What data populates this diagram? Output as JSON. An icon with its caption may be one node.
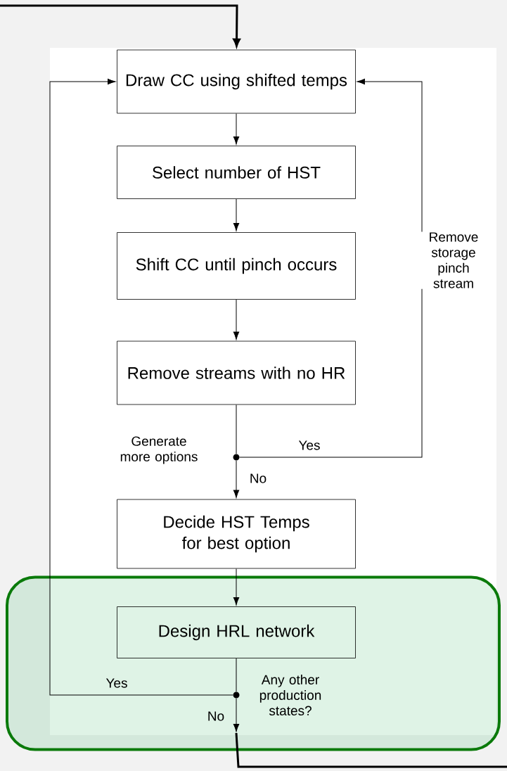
{
  "diagram": {
    "nodes": [
      {
        "text": [
          "Draw CC using shifted temps"
        ]
      },
      {
        "text": [
          "Select number of HST"
        ]
      },
      {
        "text": [
          "Shift CC until pinch occurs"
        ]
      },
      {
        "text": [
          "Remove streams with no HR"
        ]
      },
      {
        "text": [],
        "shape": "circle",
        "beside": [
          "Generate more options"
        ]
      },
      {
        "text": [
          "Decide HST Temps for best option"
        ]
      },
      {
        "text": [],
        "shape": "box"
      },
      {
        "text": [
          "Design HRL network"
        ],
        "in": 6
      },
      {
        "text": [],
        "shape": "circle",
        "beside": [
          "Any other production states?"
        ],
        "in": 6
      }
    ],
    "edges": [
      {
        "from": null,
        "to": 0,
        "arrow": "to",
        "style": "thick"
      },
      {
        "from": 0,
        "to": 1,
        "arrow": "to"
      },
      {
        "from": 1,
        "to": 2,
        "arrow": "to"
      },
      {
        "from": 2,
        "to": 3,
        "arrow": "to"
      },
      {
        "from": 3,
        "to": 4,
        "arrow": "none"
      },
      {
        "from": 4,
        "to": 0,
        "arrow": "to",
        "label": "Yes"
      },
      {
        "from": 4,
        "to": 5,
        "arrow": "to",
        "label": "No"
      },
      {
        "from": 5,
        "to": 7,
        "arrow": "to"
      },
      {
        "from": 7,
        "to": 8,
        "arrow": "none"
      },
      {
        "from": 8,
        "to": 0,
        "arrow": "to",
        "label": "Yes"
      },
      {
        "from": 8,
        "to": null,
        "arrow": "to",
        "label": "No"
      }
    ],
    "labels": [
      "Remove storage pinch stream"
    ]
  }
}
